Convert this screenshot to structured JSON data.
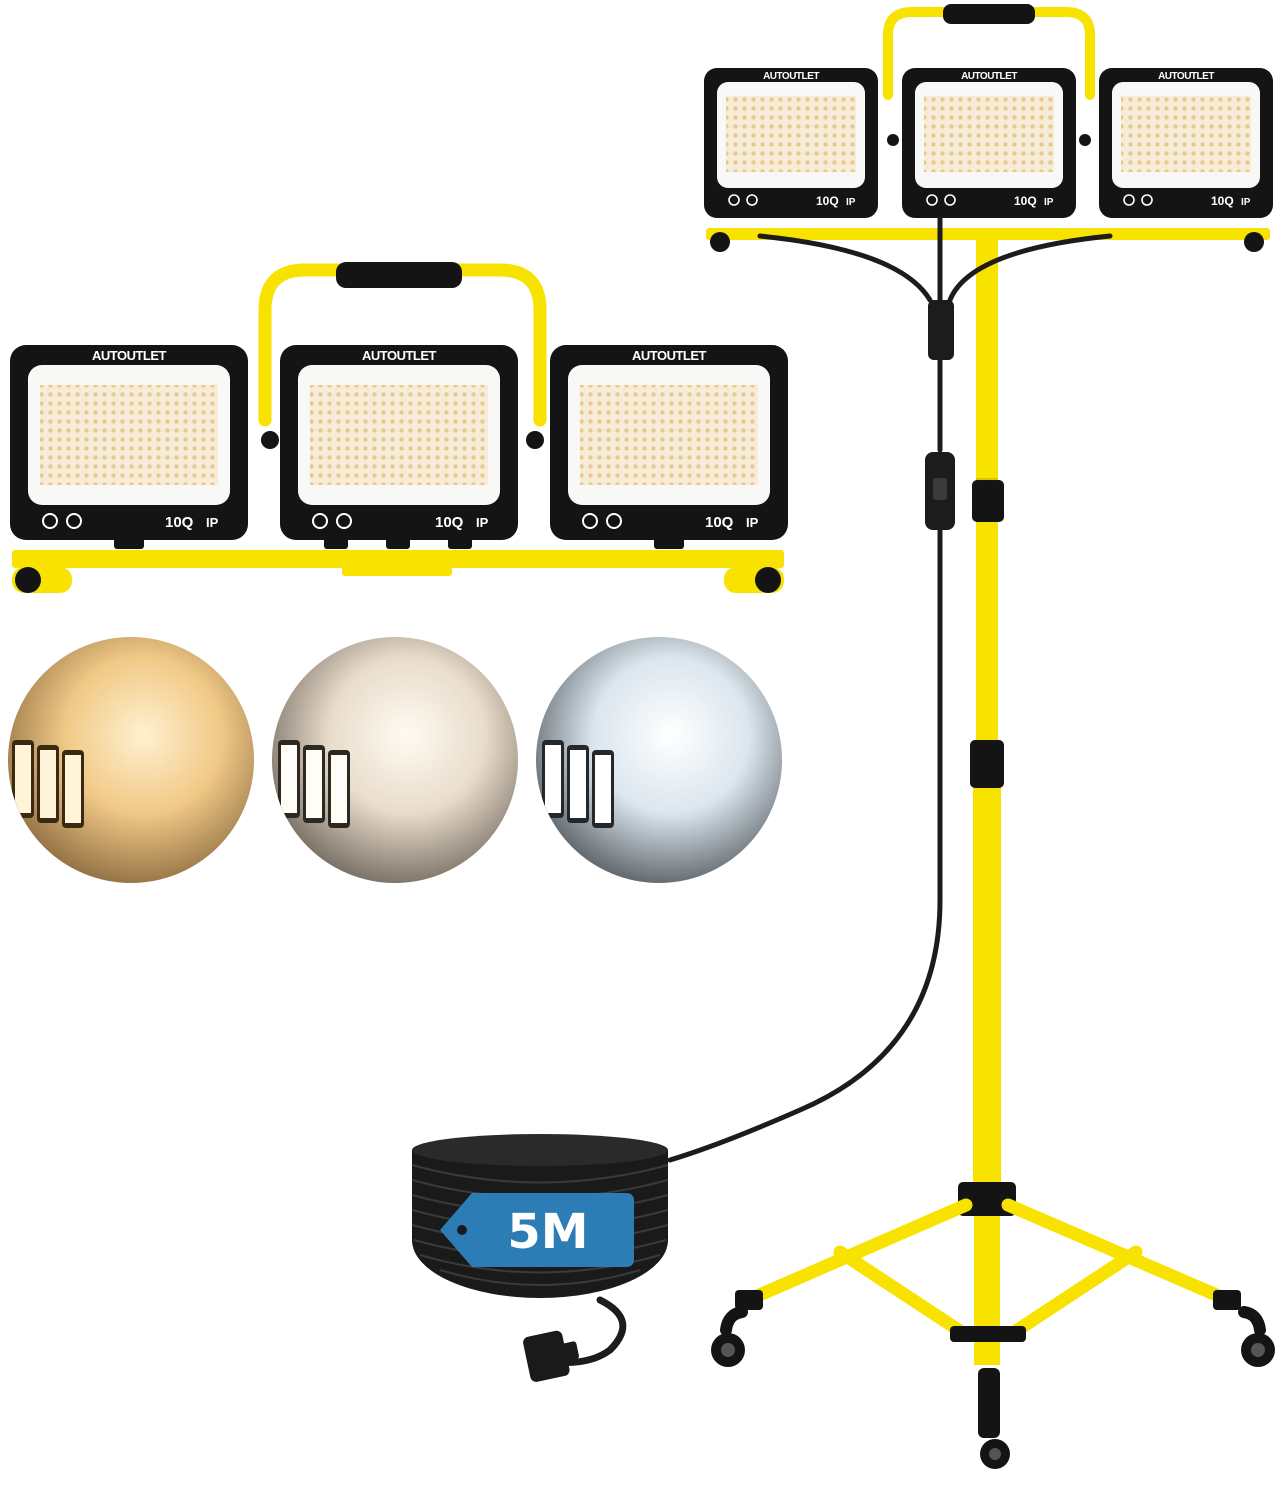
{
  "product": {
    "brand": "AUTOUTLET",
    "power_rating": "10Q",
    "ip_mark": "IP",
    "cable_length": "5M"
  },
  "lights": {
    "count": 3
  },
  "color_modes": [
    {
      "name": "warm",
      "color": "#f3cf95"
    },
    {
      "name": "neutral",
      "color": "#efe2d2"
    },
    {
      "name": "cool",
      "color": "#e3edf4"
    }
  ],
  "colors": {
    "frame_yellow": "#f7e200",
    "housing_black": "#141414",
    "panel_white": "#f8f8f6",
    "tag_blue": "#2c7db5"
  }
}
